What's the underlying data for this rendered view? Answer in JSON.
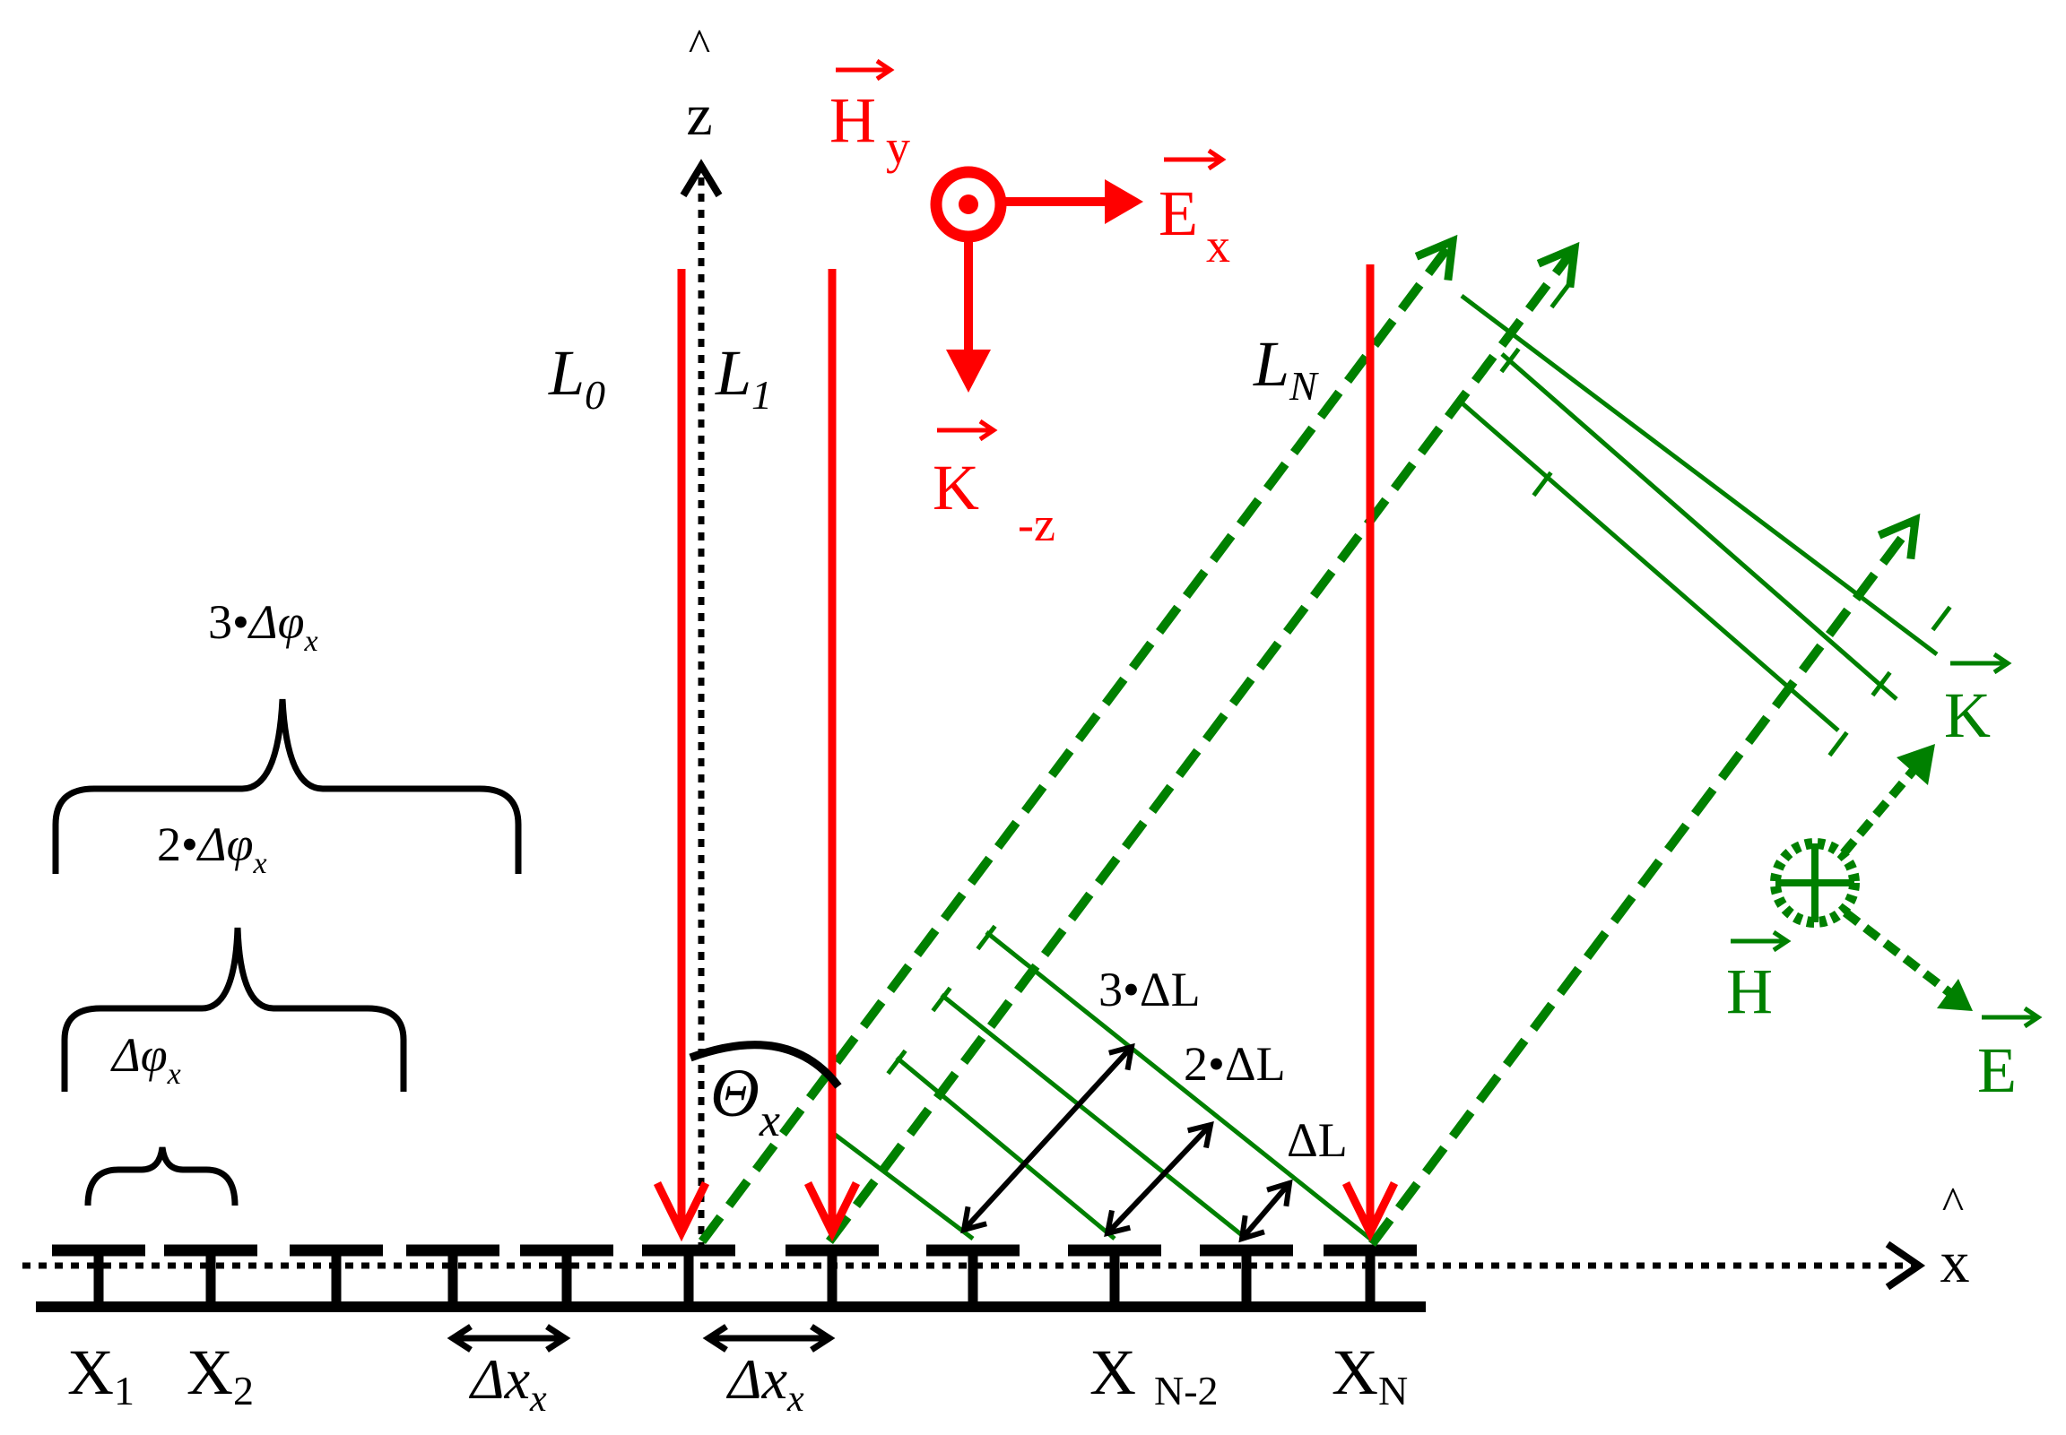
{
  "axes": {
    "z_label": "z",
    "x_label": "x",
    "hat": "^"
  },
  "incident_wave": {
    "H_label": "H",
    "H_sub": "y",
    "E_label": "E",
    "E_sub": "x",
    "K_label": "K",
    "K_sub": "-z",
    "color": "#ff0000"
  },
  "rays": {
    "L0": {
      "base": "L",
      "sub": "0"
    },
    "L1": {
      "base": "L",
      "sub": "1"
    },
    "LN": {
      "base": "L",
      "sub": "N"
    }
  },
  "angle": {
    "base": "Θ",
    "sub": "x"
  },
  "phase_braces": {
    "one": {
      "base": "Δφ",
      "sub": "x"
    },
    "two": {
      "prefix": "2•",
      "base": "Δφ",
      "sub": "x"
    },
    "three": {
      "prefix": "3•",
      "base": "Δφ",
      "sub": "x"
    }
  },
  "path_differences": {
    "one": "ΔL",
    "two": "2•ΔL",
    "three": "3•ΔL"
  },
  "element_labels": {
    "x1": {
      "base": "X",
      "sub": "1"
    },
    "x2": {
      "base": "X",
      "sub": "2"
    },
    "xn2": {
      "base": "X",
      "sub": "N-2"
    },
    "xn": {
      "base": "X",
      "sub": "N"
    }
  },
  "spacing": {
    "base": "Δx",
    "sub": "x"
  },
  "scattered_wave": {
    "K_label": "K",
    "H_label": "H",
    "E_label": "E",
    "color": "#008000"
  }
}
